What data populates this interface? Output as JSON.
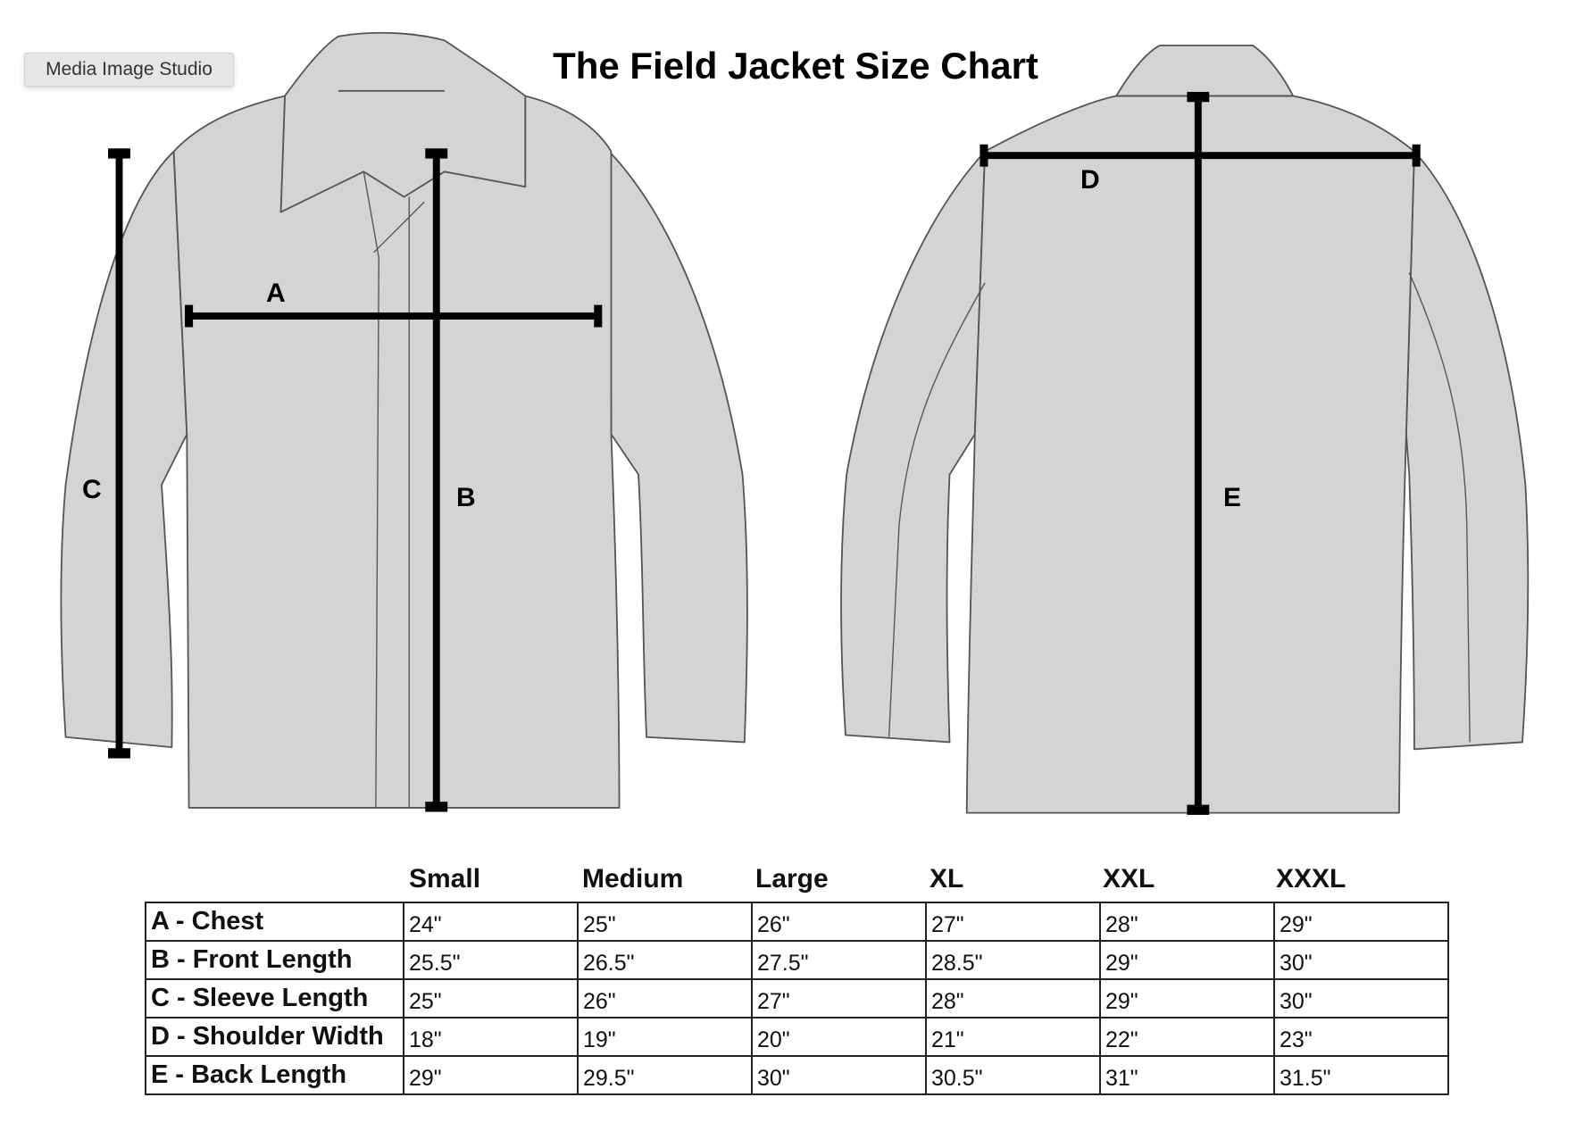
{
  "badge": "Media Image Studio",
  "title": "The Field Jacket Size Chart",
  "labels": {
    "a": "A",
    "b": "B",
    "c": "C",
    "d": "D",
    "e": "E"
  },
  "table": {
    "columns": [
      "Small",
      "Medium",
      "Large",
      "XL",
      "XXL",
      "XXXL"
    ],
    "rows": [
      {
        "label": "A - Chest",
        "values": [
          "24\"",
          "25\"",
          "26\"",
          "27\"",
          "28\"",
          "29\""
        ]
      },
      {
        "label": "B - Front Length",
        "values": [
          "25.5\"",
          "26.5\"",
          "27.5\"",
          "28.5\"",
          "29\"",
          "30\""
        ]
      },
      {
        "label": "C - Sleeve Length",
        "values": [
          "25\"",
          "26\"",
          "27\"",
          "28\"",
          "29\"",
          "30\""
        ]
      },
      {
        "label": "D - Shoulder Width",
        "values": [
          "18\"",
          "19\"",
          "20\"",
          "21\"",
          "22\"",
          "23\""
        ]
      },
      {
        "label": "E - Back Length",
        "values": [
          "29\"",
          "29.5\"",
          "30\"",
          "30.5\"",
          "31\"",
          "31.5\""
        ]
      }
    ]
  },
  "colors": {
    "jacket_fill": "#d4d4d6",
    "outline": "#555555",
    "measure": "#000000"
  }
}
